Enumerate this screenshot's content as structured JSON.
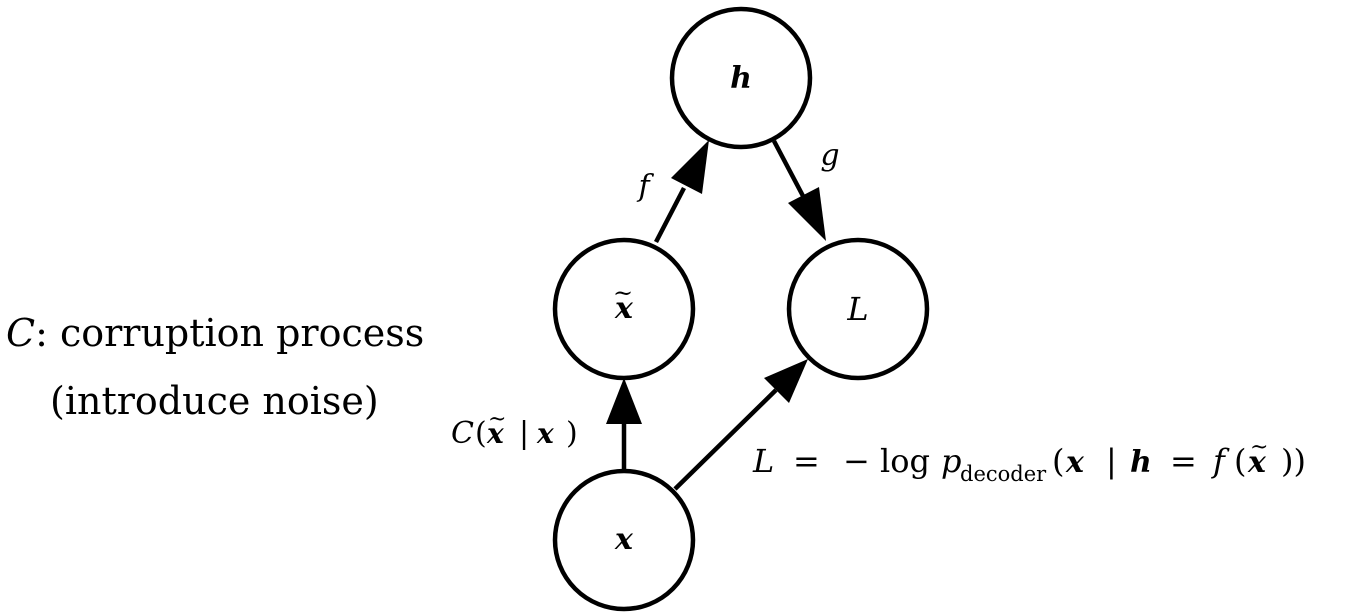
{
  "nodes": {
    "h": "h",
    "x_tilde": "x",
    "L": "L",
    "x": "x"
  },
  "edge_labels": {
    "f": "f",
    "g": "g",
    "corruption_dist": {
      "C": "C",
      "open_paren": "(",
      "x_tilde": "x",
      "bar": "|",
      "x": "x",
      "close_paren": ")"
    }
  },
  "loss_formula": {
    "L": "L",
    "equals": "=",
    "minus_log": "− log",
    "p": "p",
    "subscript": "decoder",
    "open_paren": "(",
    "x": "x",
    "bar": "|",
    "h": "h",
    "equals2": "=",
    "f": "f",
    "open_paren2": "(",
    "x_tilde": "x",
    "close_parens": "))"
  },
  "annotation": {
    "symbol": "C",
    "line1_rest": ": corruption process",
    "line2": "(introduce noise)"
  }
}
